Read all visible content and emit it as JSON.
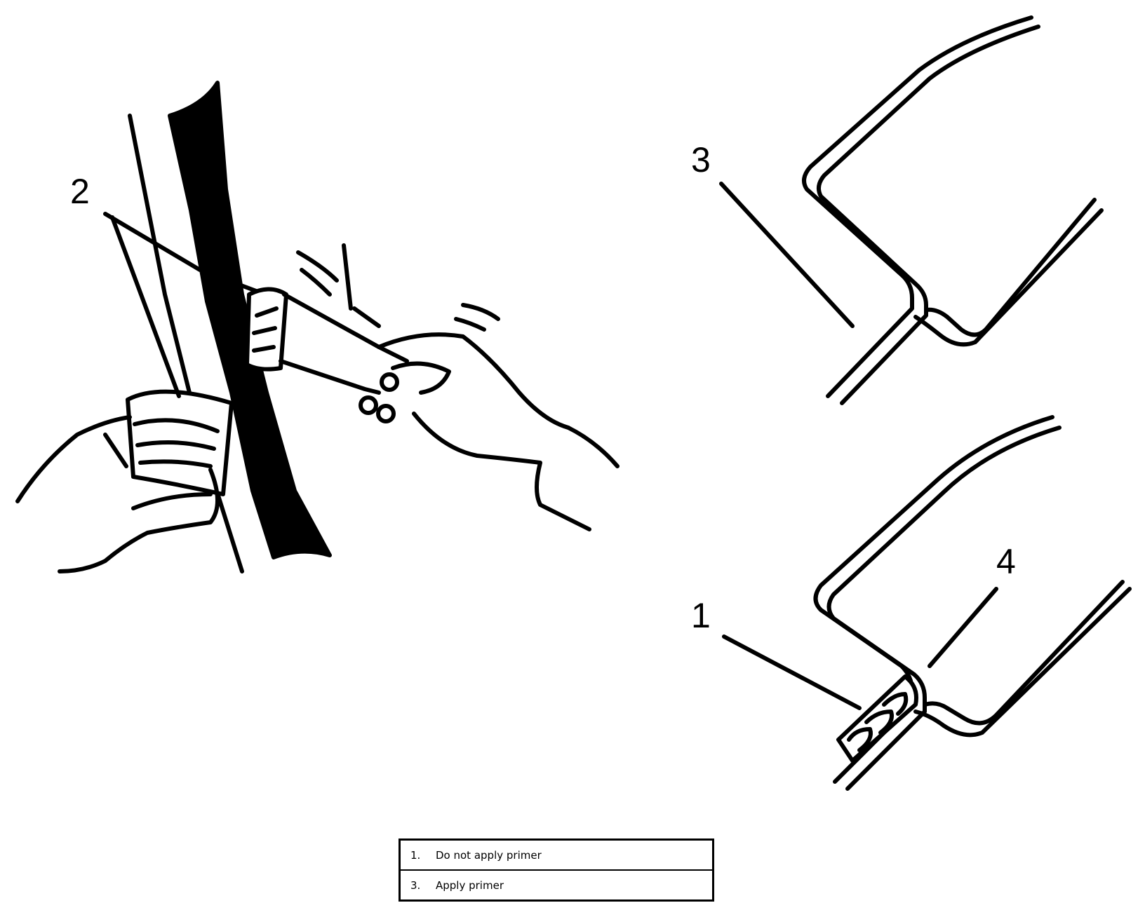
{
  "callouts": {
    "c1": "1",
    "c2": "2",
    "c3": "3",
    "c4": "4"
  },
  "legend": [
    {
      "number": "1.",
      "text": "Do not apply primer"
    },
    {
      "number": "3.",
      "text": "Apply primer"
    }
  ]
}
